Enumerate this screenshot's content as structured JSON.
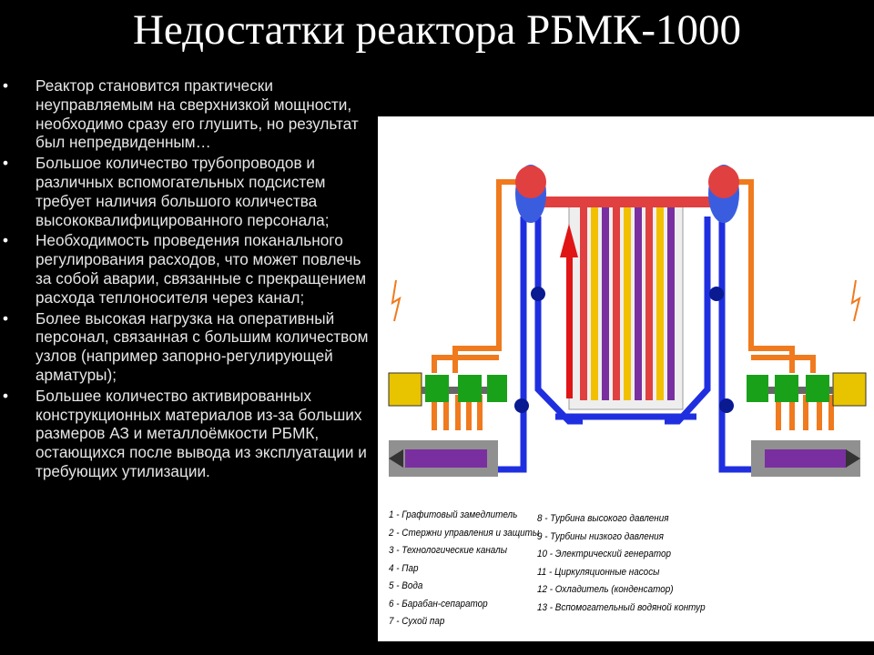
{
  "slide": {
    "title": "Недостатки реактора РБМК-1000",
    "bullets": [
      "Реактор становится практически неуправляемым на сверхнизкой мощности, необходимо сразу его глушить, но результат был непредвиденным…",
      "Большое количество трубопроводов и различных вспомогательных подсистем требует наличия большого количества высококвалифицированного персонала;",
      "Необходимость проведения поканального регулирования расходов, что может повлечь за собой аварии, связанные с прекращением расхода теплоносителя через канал;",
      "Более высокая нагрузка на оперативный персонал, связанная с большим количеством узлов (например запорно-регулирующей арматуры);",
      "Большее количество активированных конструкционных материалов из-за больших размеров АЗ и металлоёмкости РБМК, остающихся после вывода из эксплуатации и требующих утилизации."
    ],
    "bullet_symbol": "•"
  },
  "diagram": {
    "legend_left": [
      "1 - Графитовый замедлитель",
      "2 - Стержни управления и защиты",
      "3 - Технологические каналы",
      "4 - Пар",
      "5 - Вода",
      "6 - Барабан-сепаратор",
      "7 - Сухой пар"
    ],
    "legend_right": [
      "8 - Турбина высокого давления",
      "9 - Турбины низкого давления",
      "10 - Электрический генератор",
      "11 - Циркуляционные насосы",
      "12 - Охладитель (конденсатор)",
      "13 - Вспомогательный водяной контур"
    ],
    "colors": {
      "steam": "#f07a1e",
      "water": "#1f2fe0",
      "turbine": "#1aa11a",
      "generator": "#e8c400",
      "core_red": "#e04040",
      "core_purple": "#7a2fa0",
      "core_yellow": "#f2c000",
      "arrow_red": "#e01515",
      "condenser": "#909090"
    }
  }
}
